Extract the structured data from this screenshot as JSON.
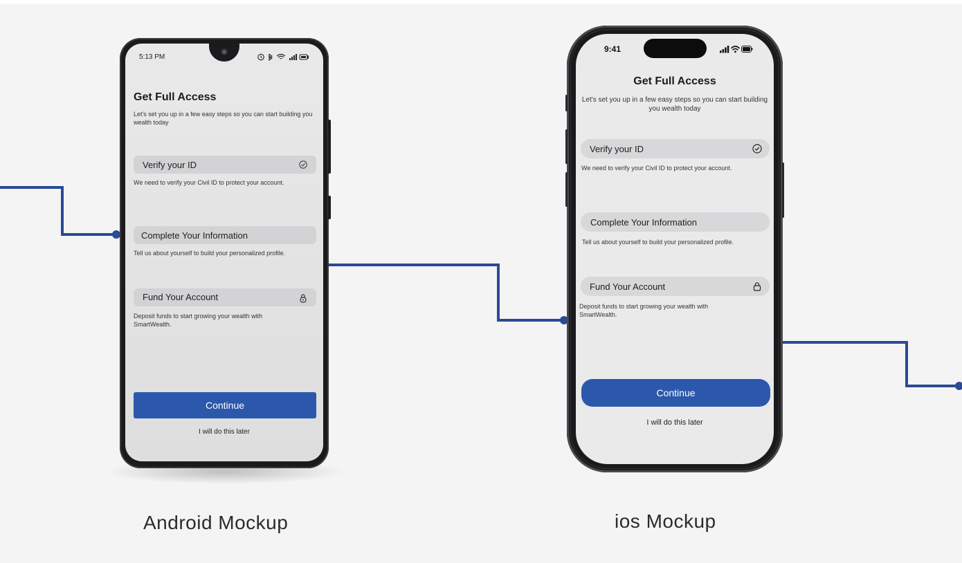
{
  "colors": {
    "accent": "#2c58ab",
    "connector": "#2a4a93",
    "background": "#f4f4f5"
  },
  "android": {
    "status_time": "5:13 PM",
    "status_icons": [
      "alarm-icon",
      "bluetooth-icon",
      "wifi-icon",
      "signal-icon",
      "battery-icon"
    ],
    "title": "Get Full Access",
    "subtitle": "Let's set you up in a few easy steps so you can start building you wealth today",
    "steps": [
      {
        "label": "Verify your ID",
        "icon": "check-circle-icon",
        "description": "We need to verify your Civil ID to protect your account."
      },
      {
        "label": "Complete Your Information",
        "icon": "",
        "description": "Tell us about yourself to build your personalized profile."
      },
      {
        "label": "Fund Your Account",
        "icon": "lock-icon",
        "description": "Deposit funds to start growing your wealth with SmartWealth."
      }
    ],
    "continue_label": "Continue",
    "later_label": "I will do this later",
    "caption": "Android Mockup"
  },
  "ios": {
    "status_time": "9:41",
    "status_icons": [
      "signal-icon",
      "wifi-icon",
      "battery-icon"
    ],
    "title": "Get Full Access",
    "subtitle": "Let's set you up in a few easy steps so you can start building you wealth today",
    "steps": [
      {
        "label": "Verify your ID",
        "icon": "check-circle-icon",
        "description": "We need to verify your Civil ID to protect your account."
      },
      {
        "label": "Complete Your Information",
        "icon": "",
        "description": "Tell us about yourself to build your personalized profile."
      },
      {
        "label": "Fund Your Account",
        "icon": "lock-icon",
        "description": "Deposit funds to start growing your wealth with SmartWealth."
      }
    ],
    "continue_label": "Continue",
    "later_label": "I will do this later",
    "caption": "ios Mockup"
  }
}
